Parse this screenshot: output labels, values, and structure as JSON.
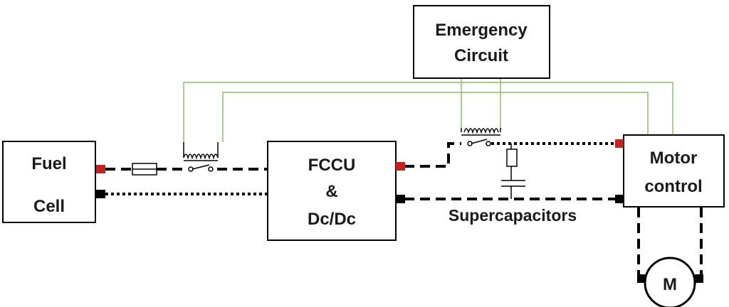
{
  "blocks": {
    "fuel_cell": {
      "line1": "Fuel",
      "line2": "Cell"
    },
    "fccu": {
      "line1": "FCCU",
      "line2": "&",
      "line3": "Dc/Dc"
    },
    "emergency": {
      "line1": "Emergency",
      "line2": "Circuit"
    },
    "motor_control": {
      "line1": "Motor",
      "line2": "control"
    },
    "motor": {
      "label": "M"
    }
  },
  "labels": {
    "supercapacitors": "Supercapacitors"
  },
  "colors": {
    "terminal_positive": "#c8201e",
    "terminal_negative": "#000000",
    "control_wire": "#8cbf6a"
  }
}
